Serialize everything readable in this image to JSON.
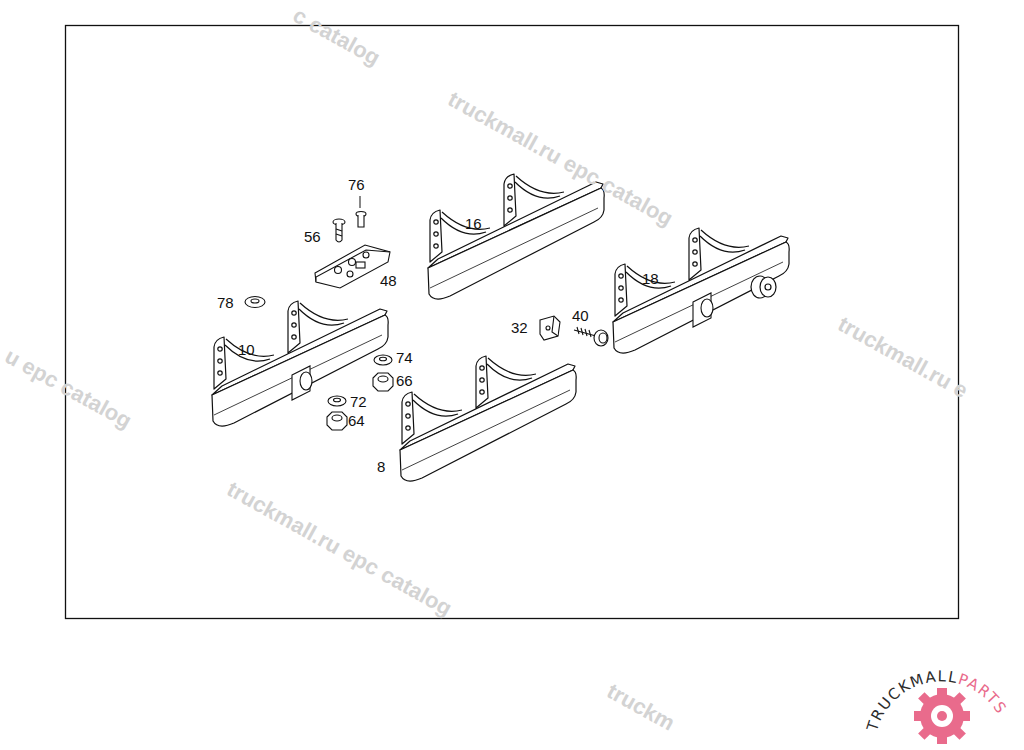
{
  "diagram": {
    "labels": [
      "76",
      "56",
      "48",
      "78",
      "10",
      "16",
      "18",
      "32",
      "40",
      "74",
      "66",
      "72",
      "64",
      "8",
      "c catalog",
      "truckmall.ru epc catalog",
      "truckmall.ru e",
      "u epc catalog",
      "truckmall.ru epc catalog",
      "truckm",
      "TRUCKMALL",
      "PARTS"
    ]
  }
}
